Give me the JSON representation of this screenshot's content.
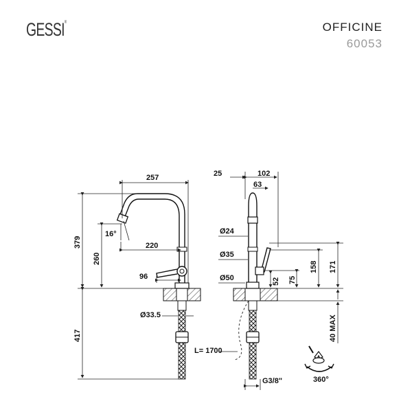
{
  "header": {
    "brand": "GESSI",
    "brand_mark": "®",
    "product_name": "OFFICINE",
    "product_code": "60053"
  },
  "front_view": {
    "width_label": "257",
    "height_total_label": "379",
    "height_spout_label": "260",
    "angle_label": "16°",
    "reach_label": "220",
    "lever_label": "96",
    "shank_diameter_label": "Ø33.5",
    "shank_length_label": "417"
  },
  "side_view": {
    "top_left_label": "25",
    "top_right_label": "102",
    "top_mid_label": "63",
    "diameter_1_label": "Ø24",
    "diameter_2_label": "Ø35",
    "diameter_3_label": "Ø50",
    "lever_height_label": "52",
    "lever_mid_label": "75",
    "height_158_label": "158",
    "height_171_label": "171",
    "deck_thickness_label": "40 MAX",
    "hose_length_label": "L= 1700",
    "connection_label": "G3/8\"",
    "rotation_label": "360°"
  }
}
